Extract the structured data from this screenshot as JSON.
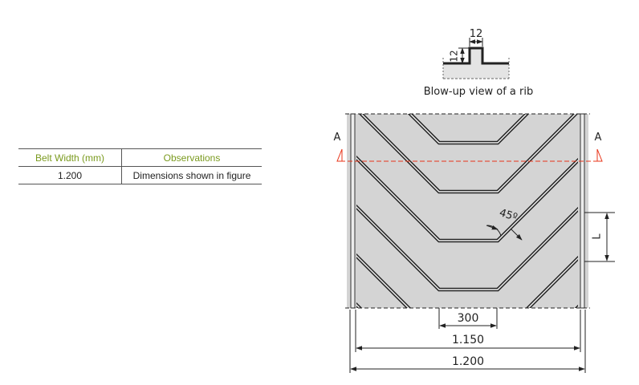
{
  "table": {
    "headers": [
      "Belt Width (mm)",
      "Observations"
    ],
    "rows": [
      [
        "1.200",
        "Dimensions shown in figure"
      ]
    ]
  },
  "diagram": {
    "blowup_caption": "Blow-up view of a rib",
    "rib_width": "12",
    "rib_height": "12",
    "section_mark": "A",
    "rib_angle": "45º",
    "pitch_label": "L",
    "dimensions": [
      "300",
      "1.150",
      "1.200"
    ],
    "colors": {
      "belt_fill": "#d4d4d4",
      "section_line": "#e8351a",
      "table_header": "#7a9a1e",
      "line": "#222222"
    }
  }
}
